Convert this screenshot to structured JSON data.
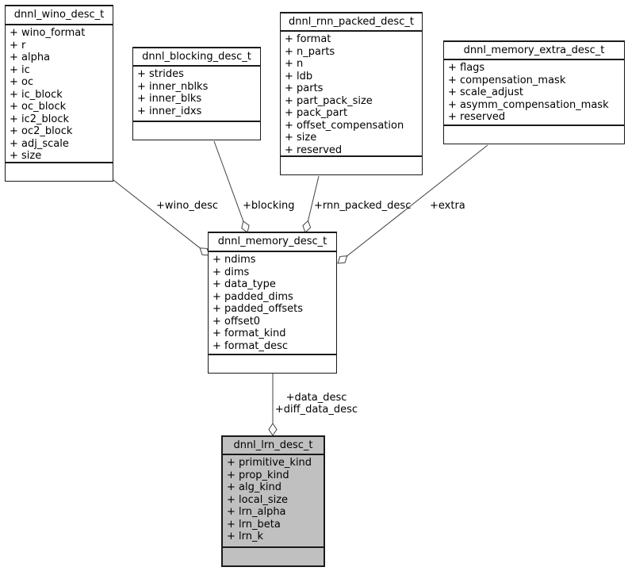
{
  "colors": {
    "background": "#ffffff",
    "node_fill": "#ffffff",
    "node_border": "#1a1a1a",
    "highlight_fill": "#c0c0c0",
    "edge": "#404040",
    "text": "#000000"
  },
  "nodes": {
    "wino": {
      "title": "dnnl_wino_desc_t",
      "fields": [
        "+ wino_format",
        "+ r",
        "+ alpha",
        "+ ic",
        "+ oc",
        "+ ic_block",
        "+ oc_block",
        "+ ic2_block",
        "+ oc2_block",
        "+ adj_scale",
        "+ size"
      ]
    },
    "blocking": {
      "title": "dnnl_blocking_desc_t",
      "fields": [
        "+ strides",
        "+ inner_nblks",
        "+ inner_blks",
        "+ inner_idxs"
      ]
    },
    "rnn": {
      "title": "dnnl_rnn_packed_desc_t",
      "fields": [
        "+ format",
        "+ n_parts",
        "+ n",
        "+ ldb",
        "+ parts",
        "+ part_pack_size",
        "+ pack_part",
        "+ offset_compensation",
        "+ size",
        "+ reserved"
      ]
    },
    "extra": {
      "title": "dnnl_memory_extra_desc_t",
      "fields": [
        "+ flags",
        "+ compensation_mask",
        "+ scale_adjust",
        "+ asymm_compensation_mask",
        "+ reserved"
      ]
    },
    "memory": {
      "title": "dnnl_memory_desc_t",
      "fields": [
        "+ ndims",
        "+ dims",
        "+ data_type",
        "+ padded_dims",
        "+ padded_offsets",
        "+ offset0",
        "+ format_kind",
        "+ format_desc"
      ]
    },
    "lrn": {
      "title": "dnnl_lrn_desc_t",
      "fields": [
        "+ primitive_kind",
        "+ prop_kind",
        "+ alg_kind",
        "+ local_size",
        "+ lrn_alpha",
        "+ lrn_beta",
        "+ lrn_k"
      ]
    }
  },
  "edge_labels": {
    "wino": "+wino_desc",
    "blocking": "+blocking",
    "rnn": "+rnn_packed_desc",
    "extra": "+extra",
    "data": "+data_desc",
    "diff_data": "+diff_data_desc"
  }
}
